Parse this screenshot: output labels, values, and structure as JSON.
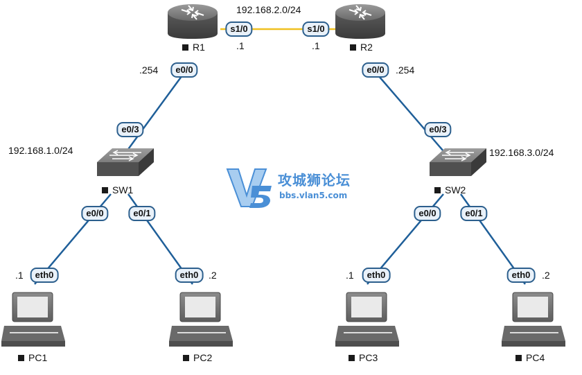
{
  "colors": {
    "lan_link": "#1f5f99",
    "wan_link": "#f0c020",
    "port_border": "#2c5f8d",
    "port_fill": "#e9f1f9"
  },
  "networks": {
    "wan": "192.168.2.0/24",
    "lan1": "192.168.1.0/24",
    "lan2": "192.168.3.0/24"
  },
  "devices": {
    "r1": {
      "name": "R1",
      "icon": "router-icon"
    },
    "r2": {
      "name": "R2",
      "icon": "router-icon"
    },
    "sw1": {
      "name": "SW1",
      "icon": "switch-icon"
    },
    "sw2": {
      "name": "SW2",
      "icon": "switch-icon"
    },
    "pc1": {
      "name": "PC1",
      "icon": "pc-icon"
    },
    "pc2": {
      "name": "PC2",
      "icon": "pc-icon"
    },
    "pc3": {
      "name": "PC3",
      "icon": "pc-icon"
    },
    "pc4": {
      "name": "PC4",
      "icon": "pc-icon"
    }
  },
  "ports": {
    "r1_s10": "s1/0",
    "r2_s10": "s1/0",
    "r1_e00": "e0/0",
    "r2_e00": "e0/0",
    "sw1_e03": "e0/3",
    "sw2_e03": "e0/3",
    "sw1_e00": "e0/0",
    "sw1_e01": "e0/1",
    "sw2_e00": "e0/0",
    "sw2_e01": "e0/1",
    "pc1_eth0": "eth0",
    "pc2_eth0": "eth0",
    "pc3_eth0": "eth0",
    "pc4_eth0": "eth0"
  },
  "addresses": {
    "r1_s10": ".1",
    "r2_s10": ".1",
    "r1_e00": ".254",
    "r2_e00": ".254",
    "pc1": ".1",
    "pc2": ".2",
    "pc3": ".1",
    "pc4": ".2"
  },
  "watermark": {
    "cn": "攻城狮论坛",
    "url": "bbs.vlan5.com",
    "mark": "V5"
  }
}
